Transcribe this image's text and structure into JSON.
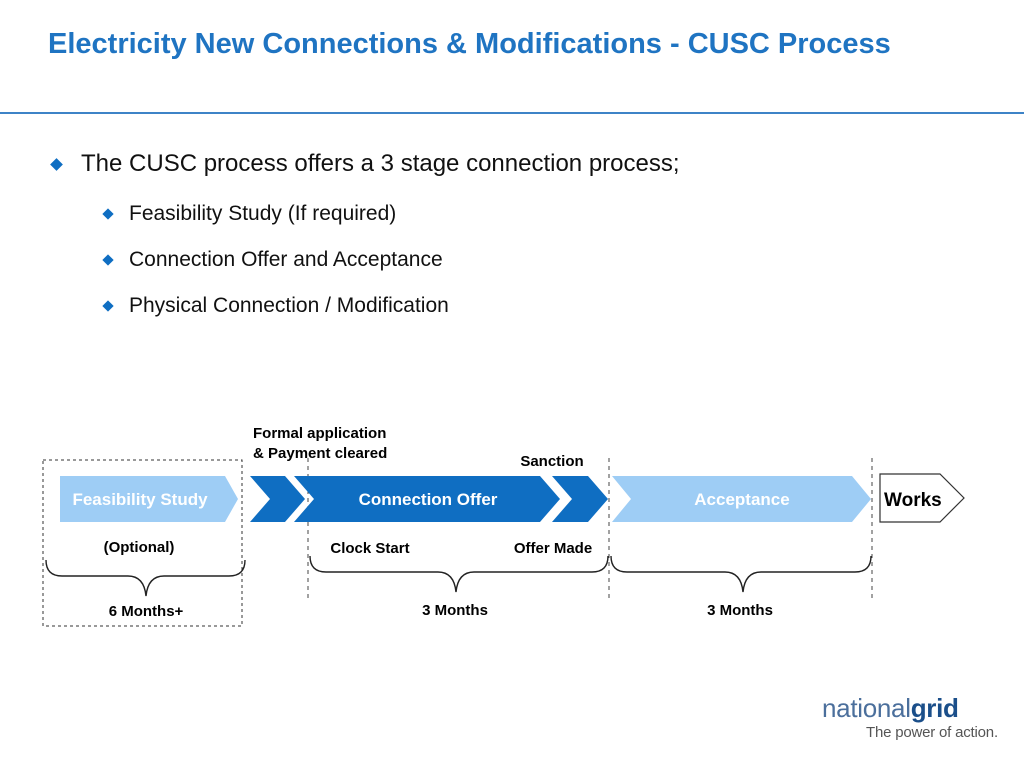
{
  "header": {
    "title": "Electricity New Connections & Modifications - CUSC Process"
  },
  "bullets": {
    "main": "The CUSC process offers a 3 stage connection process;",
    "sub": [
      "Feasibility Study (If required)",
      "Connection Offer and Acceptance",
      "Physical Connection / Modification"
    ]
  },
  "diagram": {
    "stages": {
      "feasibility": "Feasibility Study",
      "connection_offer": "Connection Offer",
      "acceptance": "Acceptance",
      "works": "Works"
    },
    "annotations": {
      "formal_application_line1": "Formal application",
      "formal_application_line2": "& Payment cleared",
      "sanction": "Sanction",
      "optional": "(Optional)",
      "clock_start": "Clock Start",
      "offer_made": "Offer Made"
    },
    "durations": {
      "feasibility": "6 Months+",
      "connection_offer": "3 Months",
      "acceptance": "3 Months"
    },
    "colors": {
      "light_blue": "#9ecdf5",
      "dark_blue": "#0f6ec2",
      "title_blue": "#1f74c2"
    }
  },
  "logo": {
    "word_regular": "national",
    "word_bold": "grid",
    "tagline": "The power of action."
  }
}
